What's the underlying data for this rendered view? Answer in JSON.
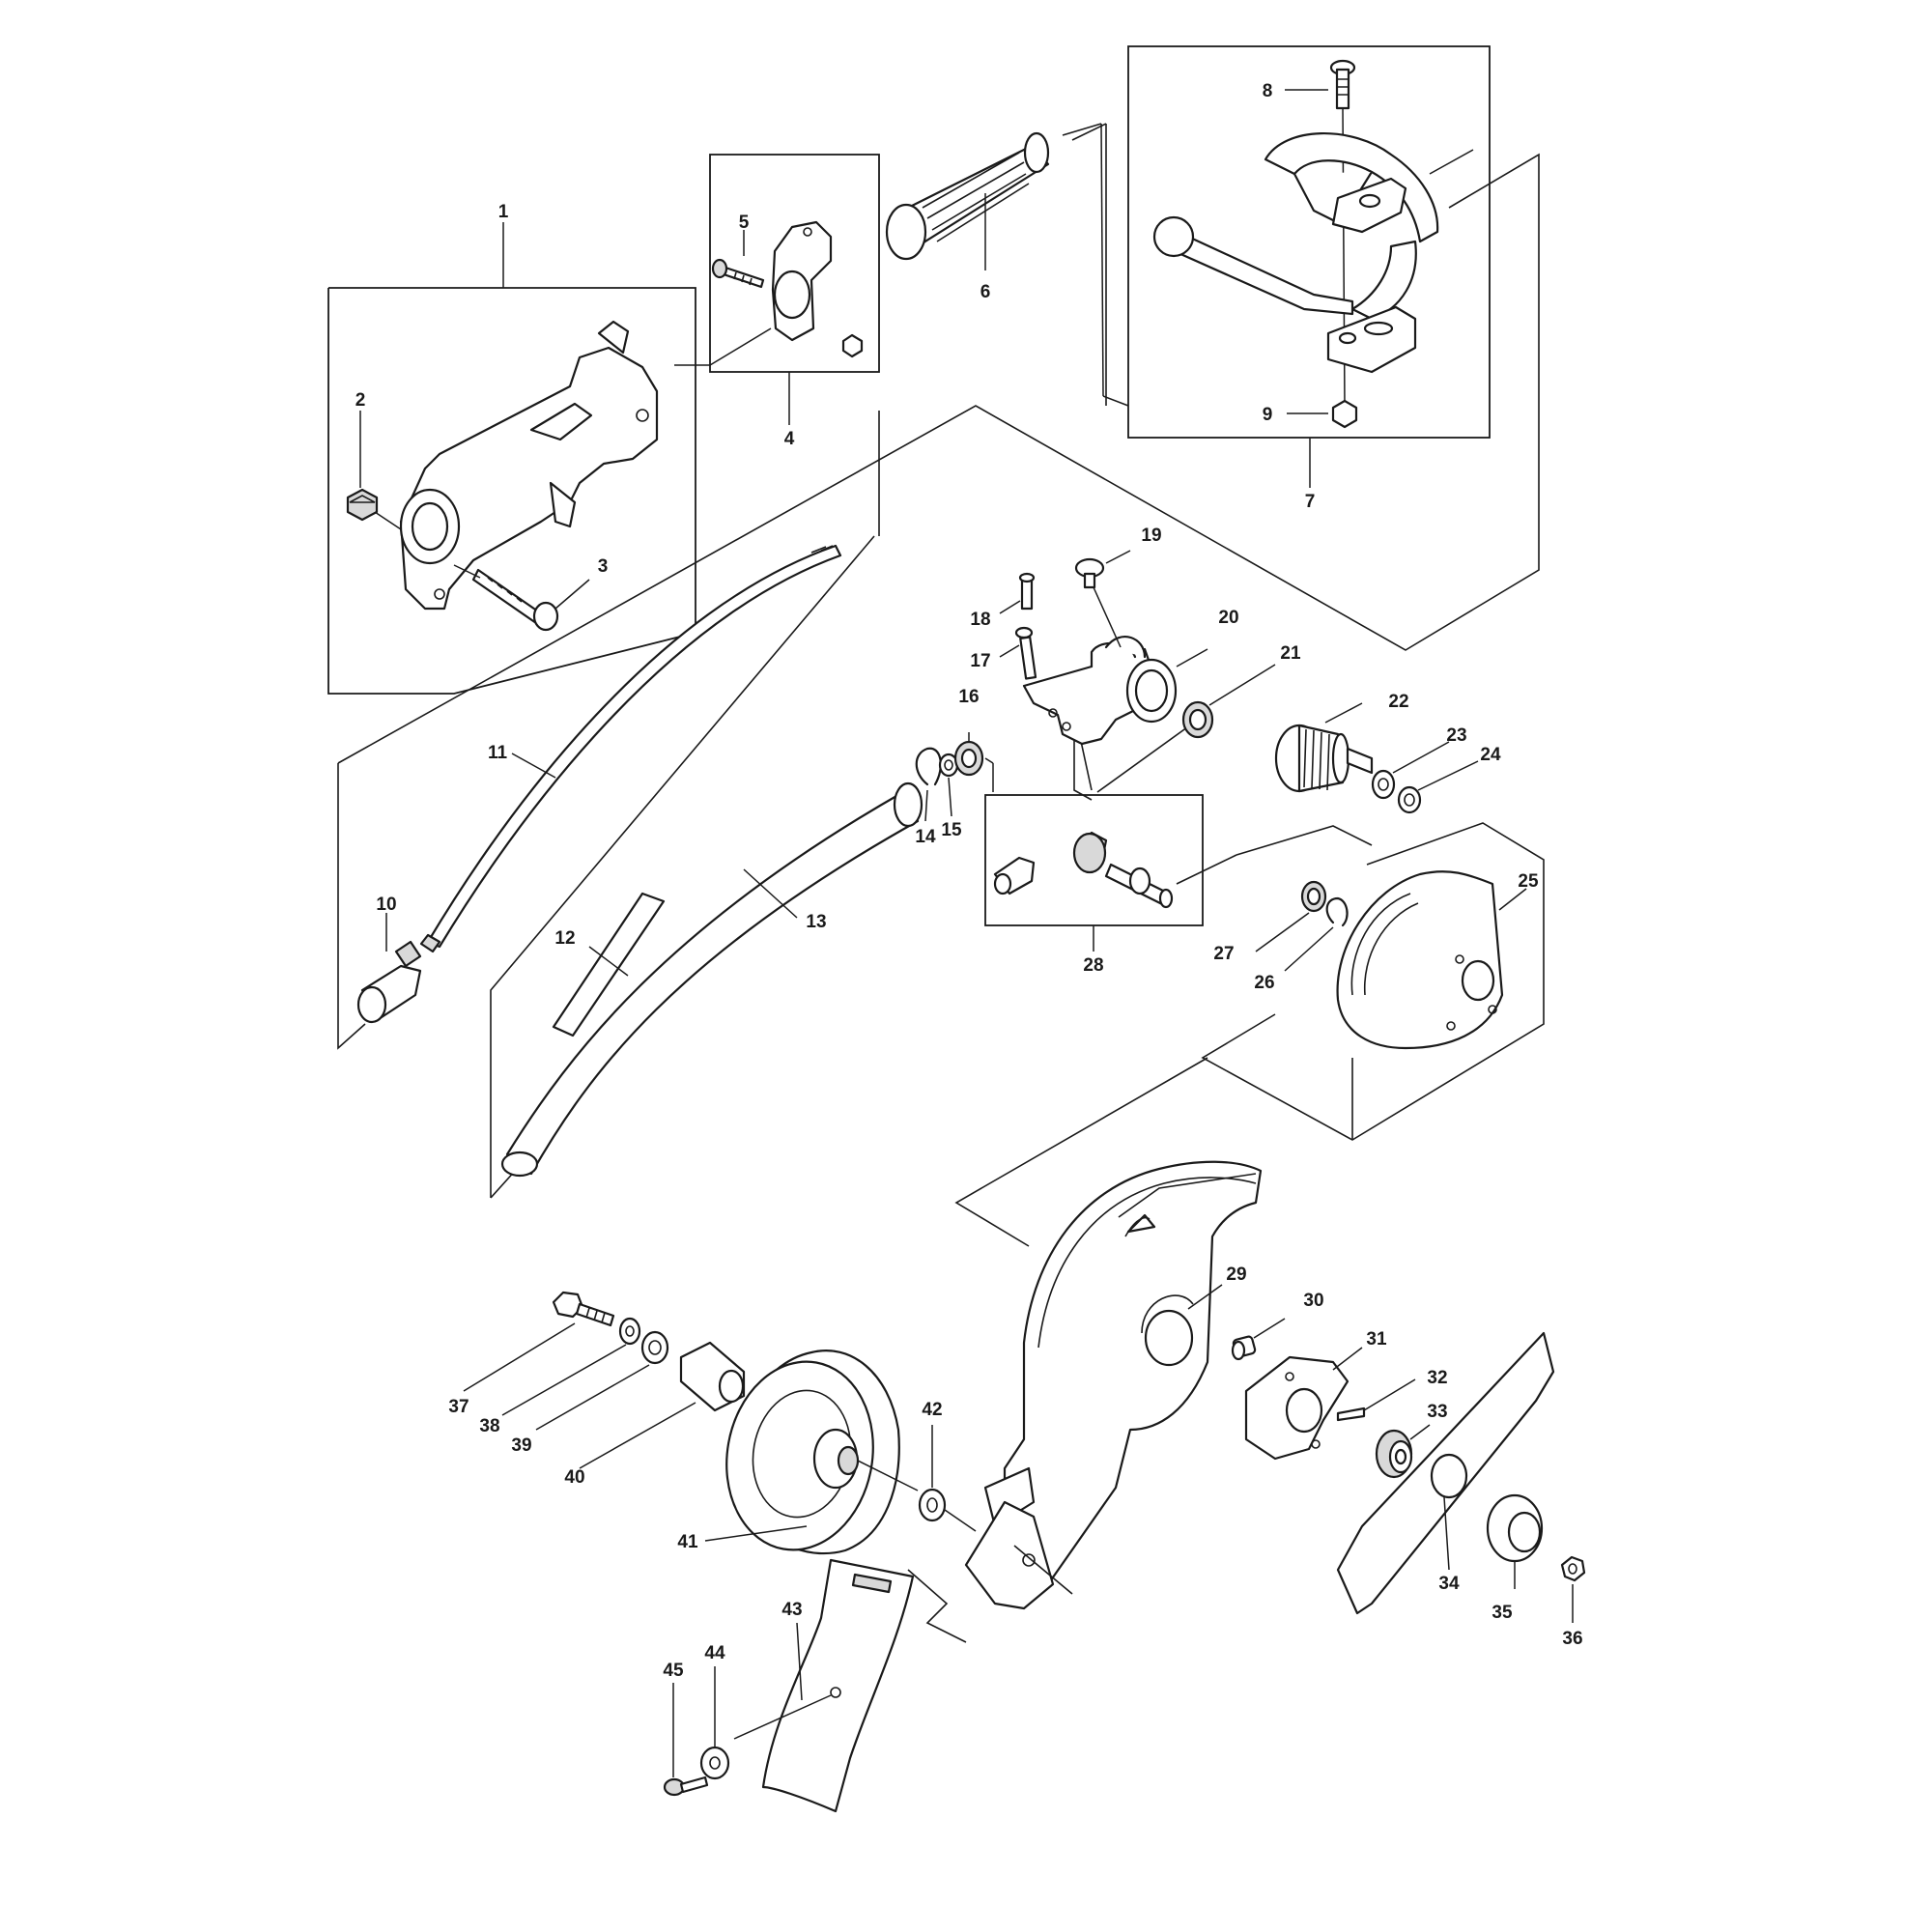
{
  "diagram": {
    "callouts": [
      "1",
      "2",
      "3",
      "4",
      "5",
      "6",
      "7",
      "8",
      "9",
      "10",
      "11",
      "12",
      "13",
      "14",
      "15",
      "16",
      "17",
      "18",
      "19",
      "20",
      "21",
      "22",
      "23",
      "24",
      "25",
      "26",
      "27",
      "28",
      "29",
      "30",
      "31",
      "32",
      "33",
      "34",
      "35",
      "36",
      "37",
      "38",
      "39",
      "40",
      "41",
      "42",
      "43",
      "44",
      "45"
    ]
  },
  "colors": {
    "line": "#1a1a1a",
    "fill": "#ffffff",
    "shade": "#d9d9d9"
  }
}
